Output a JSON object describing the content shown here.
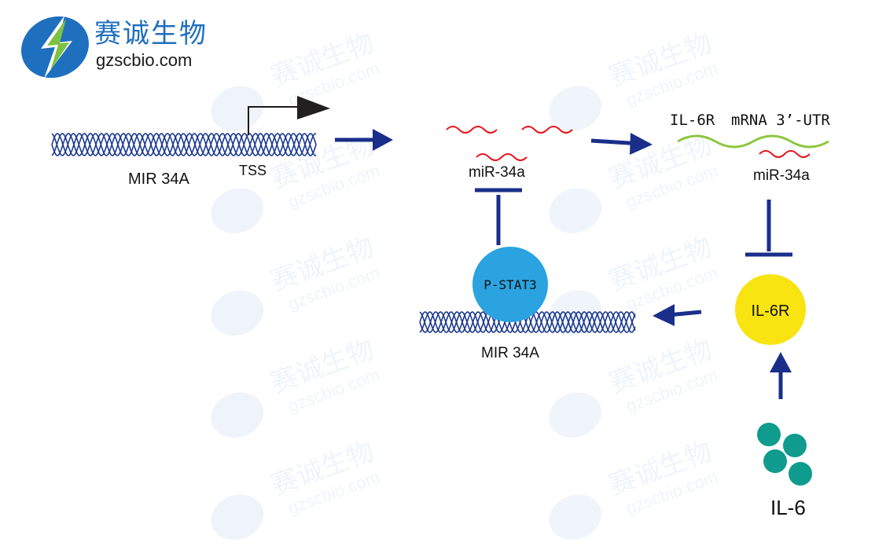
{
  "logo": {
    "name_cn": "赛诚生物",
    "domain": "gzscbio.com",
    "icon": "leaf-lightning-icon",
    "colors": {
      "blue": "#1f6fbf",
      "green": "#7cc242"
    }
  },
  "watermark": {
    "text_cn": "赛诚生物",
    "text_en": "gzscbio.com"
  },
  "labels": {
    "gene_left": "MIR 34A",
    "tss": "TSS",
    "mirna_top": "miR-34a",
    "il6r_label": "IL-6R",
    "utr_label": "mRNA 3’-UTR",
    "mirna_right": "miR-34a",
    "pstat3": "P-STAT3",
    "gene_center": "MIR 34A",
    "il6r_node": "IL-6R",
    "il6": "IL-6"
  },
  "colors": {
    "arrow": "#1a2e8a",
    "dna": "#1d3a8f",
    "mirna": "#e8141b",
    "utr": "#8dc63f",
    "pstat3": "#2aa3e0",
    "il6r": "#f7e410",
    "il6": "#0f9b8e"
  }
}
